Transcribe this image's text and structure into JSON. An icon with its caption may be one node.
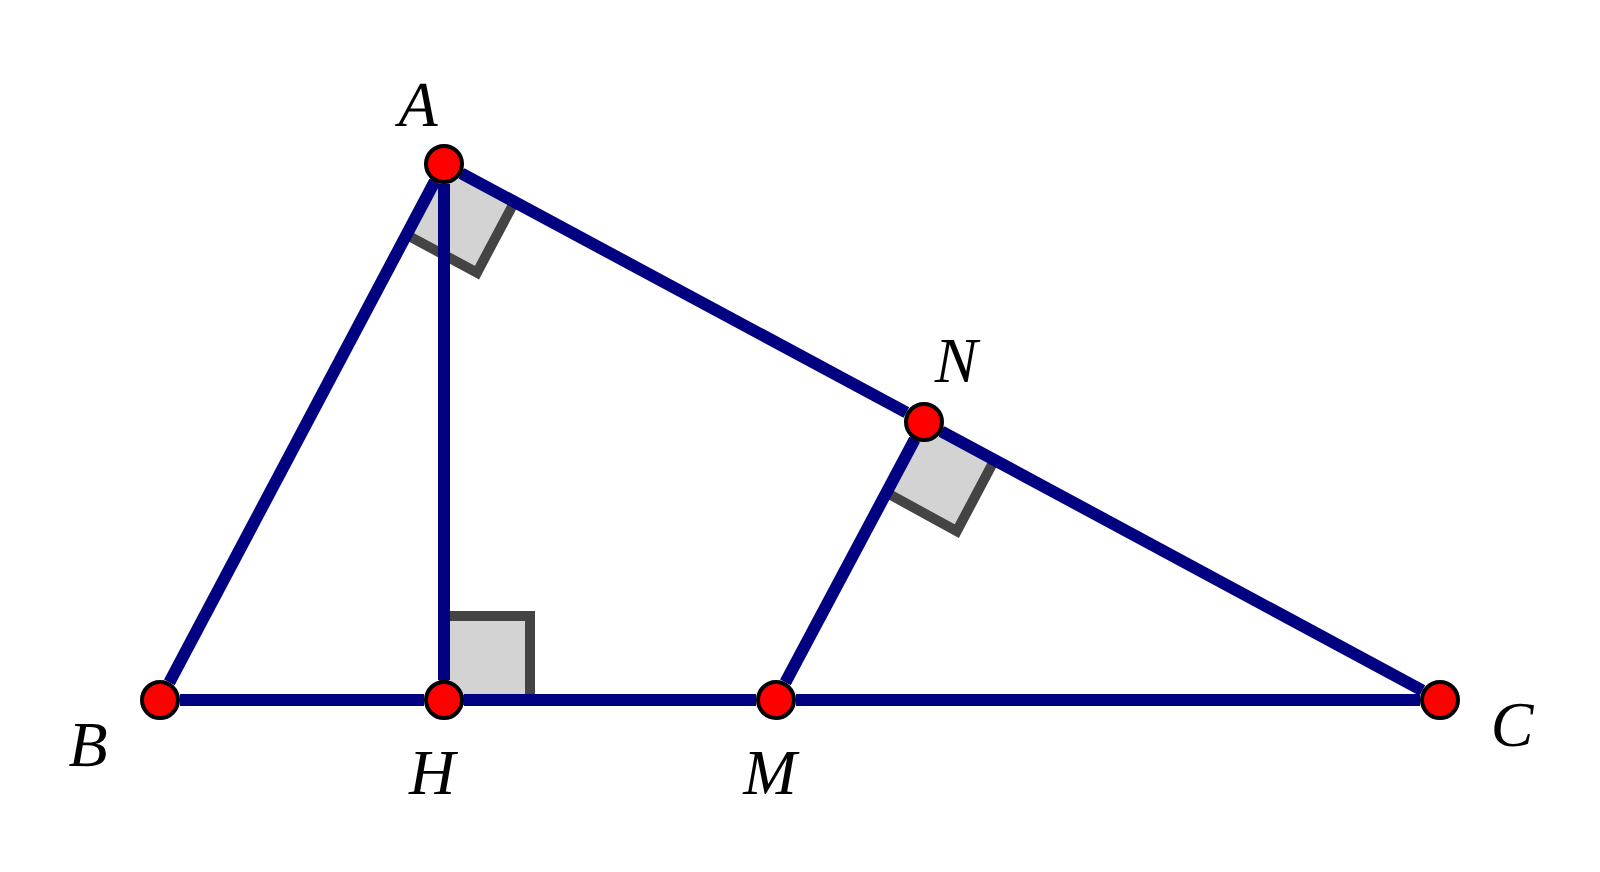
{
  "diagram": {
    "nodes": [
      {
        "text": [
          "A"
        ]
      },
      {
        "text": [
          "B"
        ]
      },
      {
        "text": [
          "H"
        ]
      },
      {
        "text": [
          "M"
        ]
      },
      {
        "text": [
          "C"
        ]
      },
      {
        "text": [
          "N"
        ]
      }
    ],
    "edges": [
      {
        "from": 0,
        "to": 1,
        "arrow": "none"
      },
      {
        "from": 0,
        "to": 5,
        "arrow": "none"
      },
      {
        "from": 5,
        "to": 4,
        "arrow": "none"
      },
      {
        "from": 0,
        "to": 2,
        "arrow": "none"
      },
      {
        "from": 1,
        "to": 2,
        "arrow": "none"
      },
      {
        "from": 2,
        "to": 3,
        "arrow": "none"
      },
      {
        "from": 3,
        "to": 4,
        "arrow": "none"
      },
      {
        "from": 3,
        "to": 5,
        "arrow": "none"
      }
    ]
  }
}
